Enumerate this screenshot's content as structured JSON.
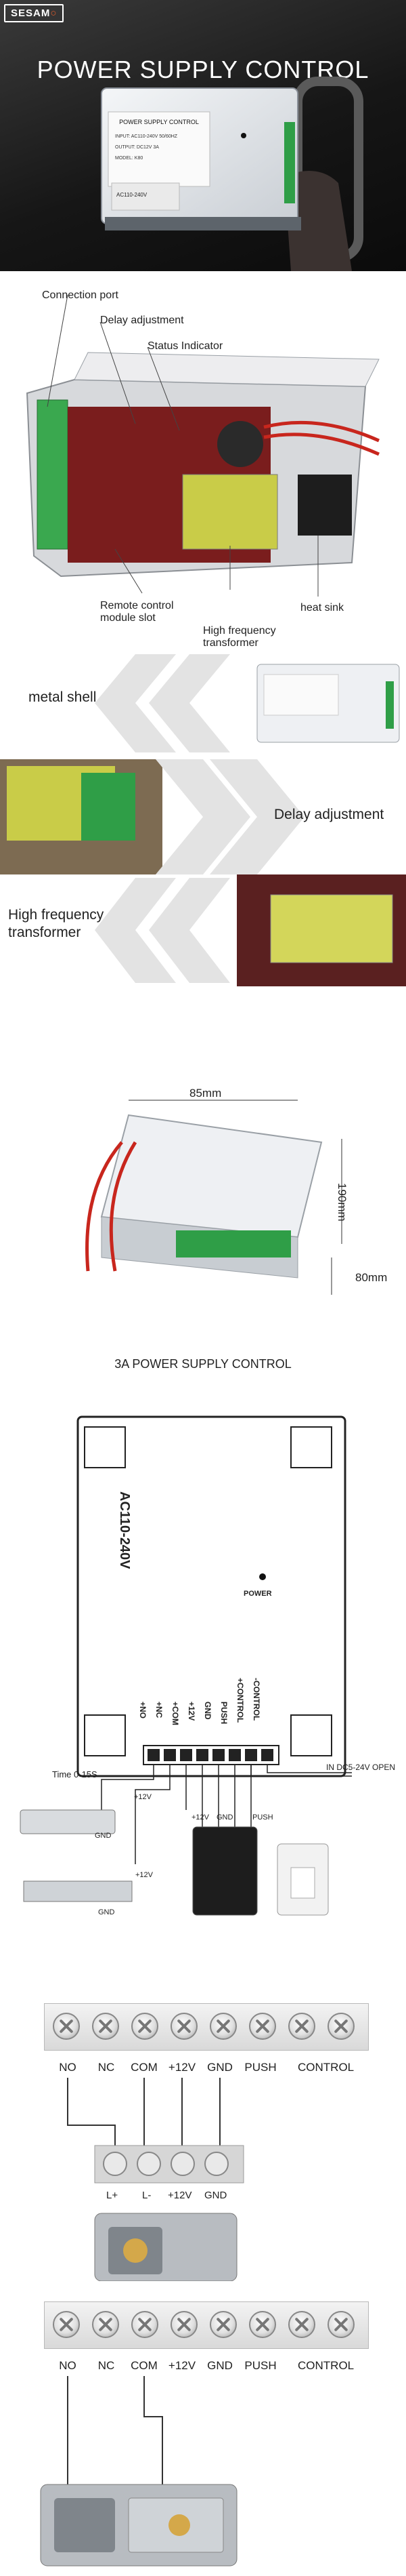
{
  "hero": {
    "brand": "SESAM",
    "title": "POWER SUPPLY CONTROL",
    "device_label_title": "POWER SUPPLY CONTROL",
    "device_label_input": "INPUT: AC110-240V 50/60HZ",
    "device_label_output": "OUTPUT: DC12V 3A",
    "device_label_model": "MODEL: K80",
    "device_label_voltage": "AC110-240V"
  },
  "components": {
    "connection_port": "Connection port",
    "delay_adjustment": "Delay adjustment",
    "status_indicator": "Status Indicator",
    "remote_control": "Remote control\nmodule slot",
    "hf_transformer": "High frequency\ntransformer",
    "heat_sink": "heat sink"
  },
  "features": {
    "metal_shell": "metal shell",
    "delay_adjustment": "Delay adjustment",
    "hf_transformer": "High frequency\ntransformer"
  },
  "dimensions": {
    "width": "85mm",
    "length": "190mm",
    "height": "80mm",
    "caption": "3A POWER SUPPLY CONTROL"
  },
  "wiring": {
    "box_voltage": "AC110-240V",
    "power_label": "POWER",
    "time_label": "Time 0-15S",
    "terminal_labels": [
      "+NO",
      "+NC",
      "+COM",
      "+12V",
      "GND",
      "PUSH",
      "+CONTROL",
      "-CONTROL"
    ],
    "in_label": "IN DC5-24V OPEN",
    "lock1_plus": "+12V",
    "lock1_gnd": "GND",
    "lock2_plus": "+12V",
    "lock2_gnd": "GND",
    "keypad_12v": "+12V",
    "keypad_gnd": "GND",
    "keypad_push": "PUSH"
  },
  "terminals1": {
    "labels": [
      "NO",
      "NC",
      "COM",
      "+12V",
      "GND",
      "PUSH",
      "CONTROL"
    ],
    "lock_labels": [
      "L+",
      "L-",
      "+12V",
      "GND"
    ]
  },
  "terminals2": {
    "labels": [
      "NO",
      "NC",
      "COM",
      "+12V",
      "GND",
      "PUSH",
      "CONTROL"
    ]
  },
  "colors": {
    "hero_bg": "#161616",
    "chevron": "#e3e3e3",
    "screw": "#d8d8d8",
    "wire_red": "#c8261d"
  }
}
